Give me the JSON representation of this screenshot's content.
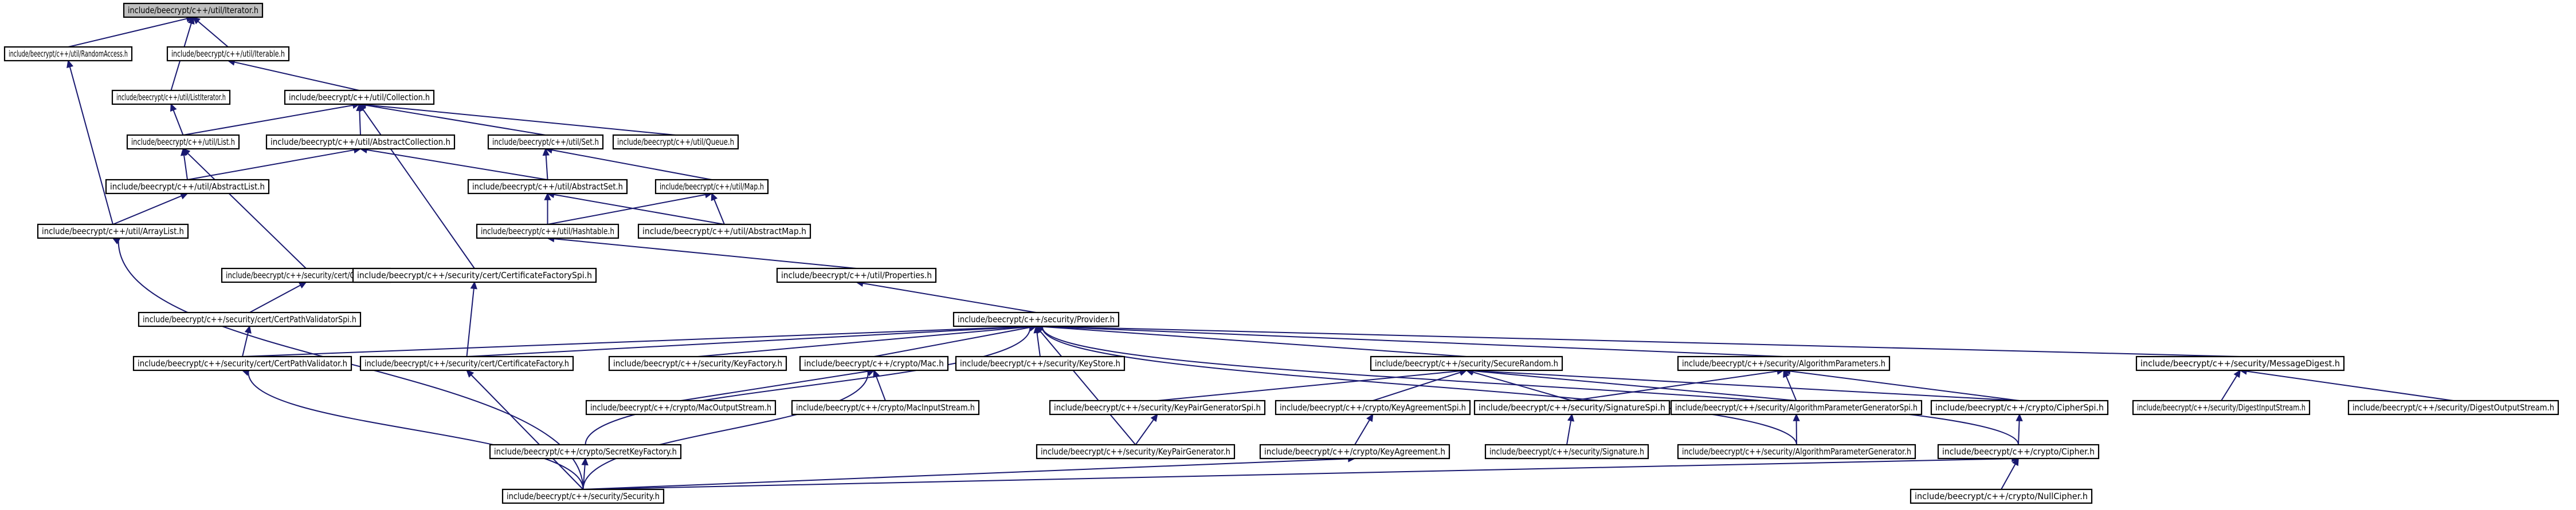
{
  "nodes": [
    {
      "id": "iterator",
      "label": "include/beecrypt/c++/util/Iterator.h",
      "root": true
    },
    {
      "id": "randomaccess",
      "label": "include/beecrypt/c++/util/RandomAccess.h"
    },
    {
      "id": "iterable",
      "label": "include/beecrypt/c++/util/Iterable.h"
    },
    {
      "id": "listiterator",
      "label": "include/beecrypt/c++/util/ListIterator.h"
    },
    {
      "id": "collection",
      "label": "include/beecrypt/c++/util/Collection.h"
    },
    {
      "id": "list",
      "label": "include/beecrypt/c++/util/List.h"
    },
    {
      "id": "abstractcollection",
      "label": "include/beecrypt/c++/util/AbstractCollection.h"
    },
    {
      "id": "set",
      "label": "include/beecrypt/c++/util/Set.h"
    },
    {
      "id": "queue",
      "label": "include/beecrypt/c++/util/Queue.h"
    },
    {
      "id": "abstractlist",
      "label": "include/beecrypt/c++/util/AbstractList.h"
    },
    {
      "id": "abstractset",
      "label": "include/beecrypt/c++/util/AbstractSet.h"
    },
    {
      "id": "map",
      "label": "include/beecrypt/c++/util/Map.h"
    },
    {
      "id": "arraylist",
      "label": "include/beecrypt/c++/util/ArrayList.h"
    },
    {
      "id": "hashtable",
      "label": "include/beecrypt/c++/util/Hashtable.h"
    },
    {
      "id": "abstractmap",
      "label": "include/beecrypt/c++/util/AbstractMap.h"
    },
    {
      "id": "certpath",
      "label": "include/beecrypt/c++/security/cert/CertPath.h"
    },
    {
      "id": "certfactoryspi",
      "label": "include/beecrypt/c++/security/cert/CertificateFactorySpi.h"
    },
    {
      "id": "properties",
      "label": "include/beecrypt/c++/util/Properties.h"
    },
    {
      "id": "certpathvalidatorspi",
      "label": "include/beecrypt/c++/security/cert/CertPathValidatorSpi.h"
    },
    {
      "id": "provider",
      "label": "include/beecrypt/c++/security/Provider.h"
    },
    {
      "id": "certpathvalidator",
      "label": "include/beecrypt/c++/security/cert/CertPathValidator.h"
    },
    {
      "id": "certfactory",
      "label": "include/beecrypt/c++/security/cert/CertificateFactory.h"
    },
    {
      "id": "keyfactory",
      "label": "include/beecrypt/c++/security/KeyFactory.h"
    },
    {
      "id": "mac",
      "label": "include/beecrypt/c++/crypto/Mac.h"
    },
    {
      "id": "keystore",
      "label": "include/beecrypt/c++/security/KeyStore.h"
    },
    {
      "id": "securerandom",
      "label": "include/beecrypt/c++/security/SecureRandom.h"
    },
    {
      "id": "algparams",
      "label": "include/beecrypt/c++/security/AlgorithmParameters.h"
    },
    {
      "id": "messagedigest",
      "label": "include/beecrypt/c++/security/MessageDigest.h"
    },
    {
      "id": "macoutputstream",
      "label": "include/beecrypt/c++/crypto/MacOutputStream.h"
    },
    {
      "id": "macinputstream",
      "label": "include/beecrypt/c++/crypto/MacInputStream.h"
    },
    {
      "id": "kpgspi",
      "label": "include/beecrypt/c++/security/KeyPairGeneratorSpi.h"
    },
    {
      "id": "kaspi",
      "label": "include/beecrypt/c++/crypto/KeyAgreementSpi.h"
    },
    {
      "id": "signaturespi",
      "label": "include/beecrypt/c++/security/SignatureSpi.h"
    },
    {
      "id": "apgspi",
      "label": "include/beecrypt/c++/security/AlgorithmParameterGeneratorSpi.h"
    },
    {
      "id": "cipherspi",
      "label": "include/beecrypt/c++/crypto/CipherSpi.h"
    },
    {
      "id": "digestinput",
      "label": "include/beecrypt/c++/security/DigestInputStream.h"
    },
    {
      "id": "digestoutput",
      "label": "include/beecrypt/c++/security/DigestOutputStream.h"
    },
    {
      "id": "secretkeyfactory",
      "label": "include/beecrypt/c++/crypto/SecretKeyFactory.h"
    },
    {
      "id": "kpg",
      "label": "include/beecrypt/c++/security/KeyPairGenerator.h"
    },
    {
      "id": "keyagreement",
      "label": "include/beecrypt/c++/crypto/KeyAgreement.h"
    },
    {
      "id": "signature",
      "label": "include/beecrypt/c++/security/Signature.h"
    },
    {
      "id": "apg",
      "label": "include/beecrypt/c++/security/AlgorithmParameterGenerator.h"
    },
    {
      "id": "cipher",
      "label": "include/beecrypt/c++/crypto/Cipher.h"
    },
    {
      "id": "security",
      "label": "include/beecrypt/c++/security/Security.h"
    },
    {
      "id": "nullcipher",
      "label": "include/beecrypt/c++/crypto/NullCipher.h"
    }
  ],
  "edges": [
    [
      "iterator",
      "randomaccess"
    ],
    [
      "iterator",
      "iterable"
    ],
    [
      "iterator",
      "listiterator"
    ],
    [
      "iterable",
      "collection"
    ],
    [
      "randomaccess",
      "arraylist"
    ],
    [
      "listiterator",
      "list"
    ],
    [
      "collection",
      "list"
    ],
    [
      "collection",
      "abstractcollection"
    ],
    [
      "collection",
      "set"
    ],
    [
      "collection",
      "queue"
    ],
    [
      "collection",
      "certfactoryspi"
    ],
    [
      "list",
      "abstractlist"
    ],
    [
      "list",
      "certpath"
    ],
    [
      "abstractcollection",
      "abstractlist"
    ],
    [
      "abstractcollection",
      "abstractset"
    ],
    [
      "set",
      "abstractset"
    ],
    [
      "set",
      "map"
    ],
    [
      "abstractlist",
      "arraylist"
    ],
    [
      "arraylist",
      "security"
    ],
    [
      "abstractset",
      "hashtable"
    ],
    [
      "abstractset",
      "abstractmap"
    ],
    [
      "map",
      "hashtable"
    ],
    [
      "map",
      "abstractmap"
    ],
    [
      "hashtable",
      "properties"
    ],
    [
      "properties",
      "provider"
    ],
    [
      "certpath",
      "certpathvalidatorspi"
    ],
    [
      "certpathvalidatorspi",
      "certpathvalidator"
    ],
    [
      "certfactoryspi",
      "certfactory"
    ],
    [
      "provider",
      "certpathvalidator"
    ],
    [
      "provider",
      "certfactory"
    ],
    [
      "provider",
      "keyfactory"
    ],
    [
      "provider",
      "mac"
    ],
    [
      "provider",
      "keystore"
    ],
    [
      "provider",
      "securerandom"
    ],
    [
      "provider",
      "algparams"
    ],
    [
      "provider",
      "messagedigest"
    ],
    [
      "provider",
      "secretkeyfactory"
    ],
    [
      "provider",
      "kpg"
    ],
    [
      "provider",
      "apg"
    ],
    [
      "provider",
      "cipher"
    ],
    [
      "certpathvalidator",
      "security"
    ],
    [
      "certfactory",
      "security"
    ],
    [
      "mac",
      "macoutputstream"
    ],
    [
      "mac",
      "macinputstream"
    ],
    [
      "mac",
      "security"
    ],
    [
      "securerandom",
      "kpgspi"
    ],
    [
      "securerandom",
      "kaspi"
    ],
    [
      "securerandom",
      "signaturespi"
    ],
    [
      "securerandom",
      "apgspi"
    ],
    [
      "securerandom",
      "cipherspi"
    ],
    [
      "algparams",
      "signaturespi"
    ],
    [
      "algparams",
      "apgspi"
    ],
    [
      "algparams",
      "cipherspi"
    ],
    [
      "messagedigest",
      "digestinput"
    ],
    [
      "messagedigest",
      "digestoutput"
    ],
    [
      "kpgspi",
      "kpg"
    ],
    [
      "kaspi",
      "keyagreement"
    ],
    [
      "signaturespi",
      "signature"
    ],
    [
      "apgspi",
      "apg"
    ],
    [
      "cipherspi",
      "cipher"
    ],
    [
      "secretkeyfactory",
      "security"
    ],
    [
      "keyagreement",
      "security"
    ],
    [
      "cipher",
      "nullcipher"
    ],
    [
      "cipher",
      "security"
    ]
  ]
}
